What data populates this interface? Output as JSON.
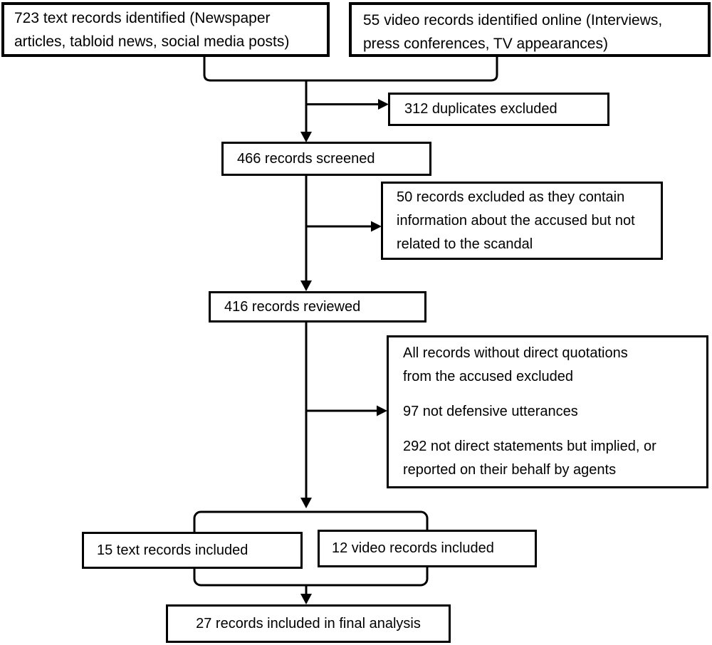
{
  "colors": {
    "ink": "#000000",
    "paper": "#ffffff"
  },
  "flowchart": {
    "identification": {
      "text_records": {
        "line1": "723 text records identified (Newspaper",
        "line2": "articles, tabloid news, social media posts)"
      },
      "video_records": {
        "line1": "55 video records identified online (Interviews,",
        "line2": "press conferences, TV appearances)"
      }
    },
    "screening": {
      "duplicates_excluded": "312 duplicates excluded",
      "records_screened": "466 records screened",
      "not_related_excluded": {
        "line1": "50 records excluded as they contain",
        "line2": "information about the accused but not",
        "line3": "related to the scandal"
      },
      "records_reviewed": "416 records reviewed"
    },
    "eligibility": {
      "no_quotation_excluded": {
        "para1_line1": "All records without direct quotations",
        "para1_line2": "from the accused excluded",
        "para2": "97 not defensive utterances",
        "para3_line1": "292 not direct statements but implied, or",
        "para3_line2": "reported on their behalf by agents"
      }
    },
    "included": {
      "text_included": "15 text records included",
      "video_included": "12 video records included",
      "final_analysis": "27 records included in final analysis"
    }
  }
}
